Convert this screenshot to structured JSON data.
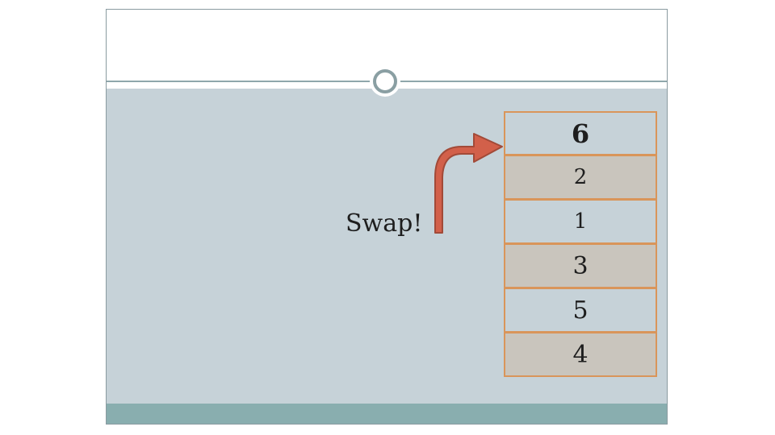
{
  "slide": {
    "swap_text": "Swap!",
    "stack_values": [
      "6",
      "2",
      "1",
      "3",
      "5",
      "4"
    ]
  },
  "colors": {
    "content_background": "#c6d2d8",
    "cell_alt_background": "#c9c5bd",
    "cell_border": "#d9955a",
    "arrow_fill": "#d2604a",
    "arrow_stroke": "#a24a38",
    "footer_bar": "#89aeaf",
    "divider": "#8fa7ab"
  },
  "icons": {
    "arrow": "curved-arrow-right-icon",
    "ornament": "circle-ring-icon"
  }
}
